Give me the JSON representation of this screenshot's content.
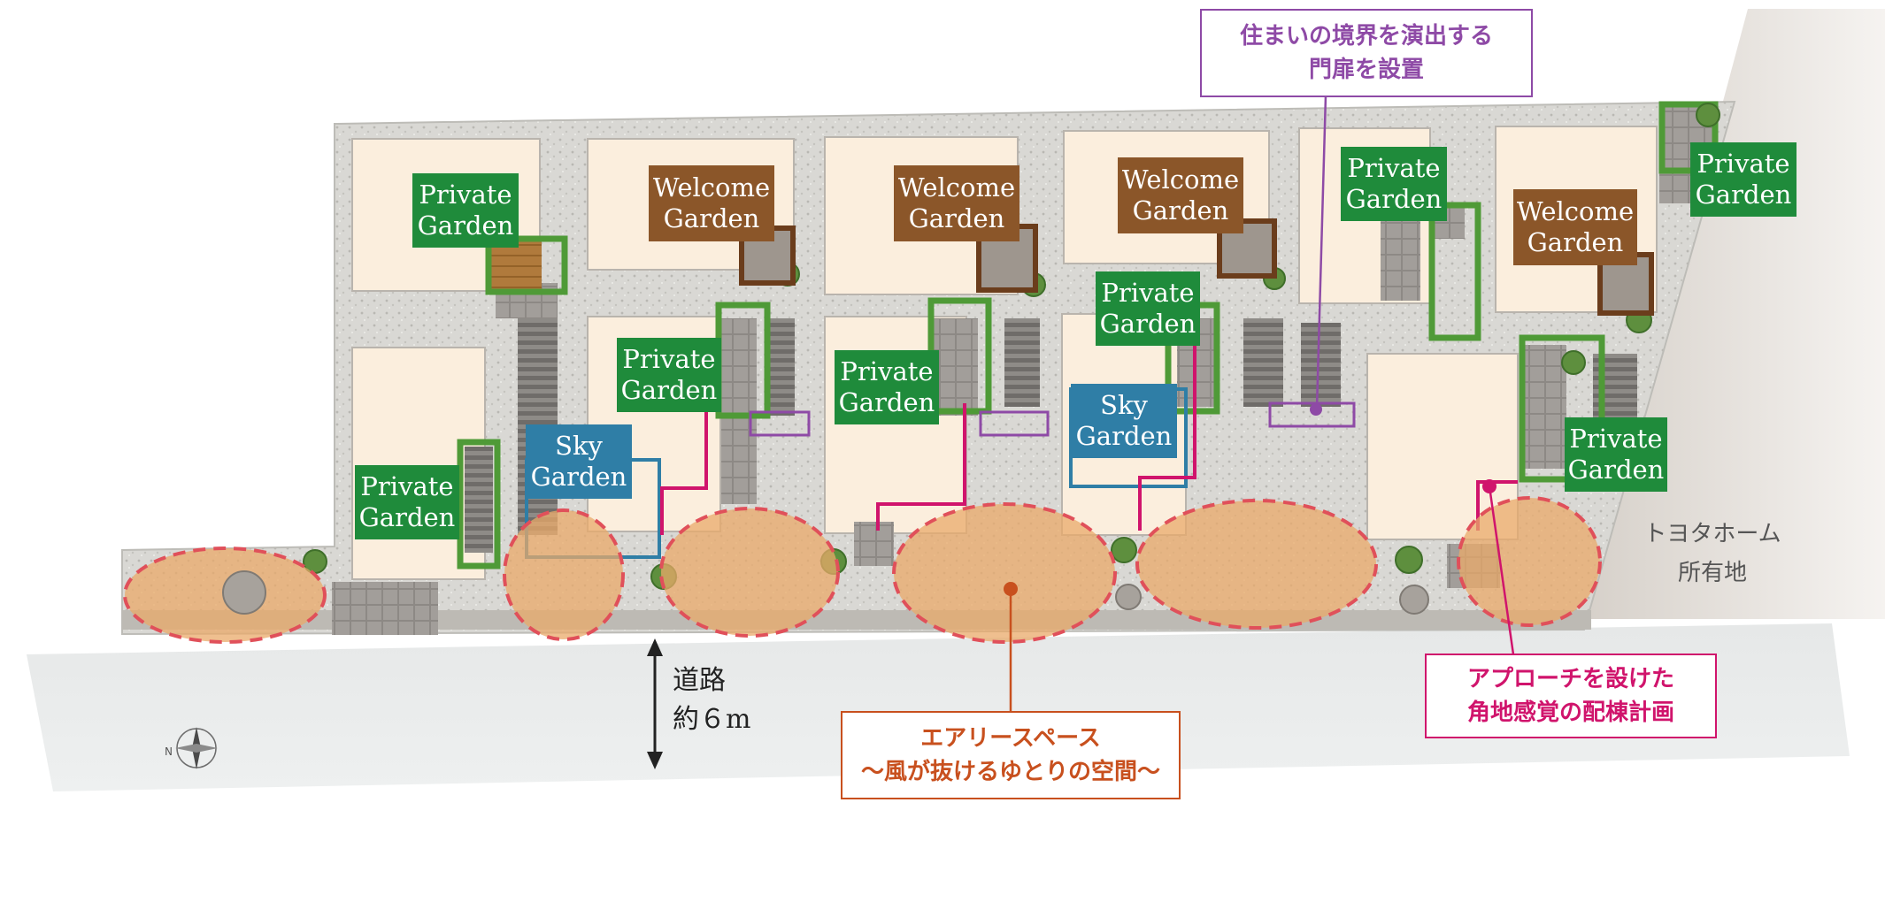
{
  "garden_labels": {
    "g1": {
      "line1": "Private",
      "line2": "Garden"
    },
    "g2": {
      "line1": "Welcome",
      "line2": "Garden"
    },
    "g3": {
      "line1": "Welcome",
      "line2": "Garden"
    },
    "g4": {
      "line1": "Welcome",
      "line2": "Garden"
    },
    "g5": {
      "line1": "Private",
      "line2": "Garden"
    },
    "g6": {
      "line1": "Welcome",
      "line2": "Garden"
    },
    "g7": {
      "line1": "Private",
      "line2": "Garden"
    },
    "g8": {
      "line1": "Private",
      "line2": "Garden"
    },
    "g9": {
      "line1": "Private",
      "line2": "Garden"
    },
    "g10": {
      "line1": "Private",
      "line2": "Garden"
    },
    "g11": {
      "line1": "Private",
      "line2": "Garden"
    },
    "g12": {
      "line1": "Private",
      "line2": "Garden"
    },
    "s1": {
      "line1": "Sky",
      "line2": "Garden"
    },
    "s2": {
      "line1": "Sky",
      "line2": "Garden"
    }
  },
  "callouts": {
    "gate": {
      "line1": "住まいの境界を演出する",
      "line2": "門扉を設置",
      "color": "#8e4aa6"
    },
    "airy": {
      "line1": "エアリースペース",
      "line2": "〜風が抜けるゆとりの空間〜",
      "color": "#c8501e"
    },
    "approach": {
      "line1": "アプローチを設けた",
      "line2": "角地感覚の配棟計画",
      "color": "#d0146c"
    }
  },
  "neighbor": {
    "line1": "トヨタホーム",
    "line2": "所有地"
  },
  "road": {
    "line1": "道路",
    "line2": "約６m"
  },
  "colors": {
    "private_garden": "#1f8b3b",
    "welcome_garden": "#8b5629",
    "sky_garden": "#2f7ea6",
    "house": "#fbeedd",
    "gravel": "#d9d9d6",
    "road": "#e3e5e5",
    "airy_space": "#eaa969"
  },
  "icons": {
    "compass": "compass-rose-icon",
    "road_width": "double-arrow-icon"
  }
}
